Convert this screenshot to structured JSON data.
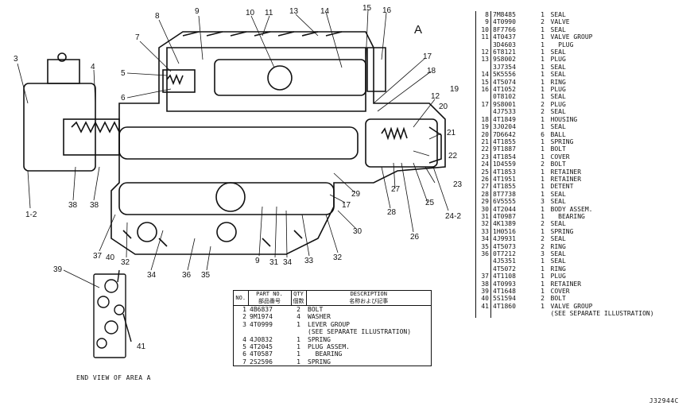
{
  "view_label": "A",
  "end_view_caption": "END VIEW OF AREA A",
  "drawing_number": "J32944C",
  "callouts": [
    "1-2",
    "3",
    "4",
    "5",
    "6",
    "7",
    "8",
    "9",
    "10",
    "11",
    "13",
    "14",
    "15",
    "16",
    "17",
    "18",
    "12",
    "20",
    "21",
    "22",
    "23",
    "24-2",
    "25",
    "26",
    "27",
    "28",
    "29",
    "17",
    "30",
    "38",
    "38",
    "37",
    "32",
    "34",
    "36",
    "35",
    "9",
    "31",
    "34",
    "33",
    "32",
    "39",
    "40",
    "41",
    "19"
  ],
  "table_bottom": {
    "headers": [
      "NO.",
      "PART NO.\n部品番号",
      "QTY\n個数",
      "DESCRIPTION\n名称および記事"
    ],
    "rows": [
      [
        "1",
        "4B6837",
        "2",
        "BOLT"
      ],
      [
        "2",
        "9M1974",
        "4",
        "WASHER"
      ],
      [
        "3",
        "4T0999",
        "1",
        "LEVER GROUP"
      ],
      [
        "",
        "",
        "",
        "(SEE SEPARATE ILLUSTRATION)"
      ],
      [
        "4",
        "4J0832",
        "1",
        "SPRING"
      ],
      [
        "5",
        "4T2045",
        "1",
        "PLUG ASSEM."
      ],
      [
        "6",
        "4T0587",
        "1",
        "  BEARING"
      ],
      [
        "7",
        "2S2596",
        "1",
        "SPRING"
      ]
    ]
  },
  "table_right": {
    "rows": [
      [
        "8",
        "7M8485",
        "1",
        "SEAL"
      ],
      [
        "9",
        "4T0990",
        "2",
        "VALVE"
      ],
      [
        "10",
        "8F7766",
        "1",
        "SEAL"
      ],
      [
        "11",
        "4T0437",
        "1",
        "VALVE GROUP"
      ],
      [
        "",
        "3D4603",
        "1",
        "  PLUG"
      ],
      [
        "12",
        "6T8121",
        "1",
        "SEAL"
      ],
      [
        "13",
        "9S8002",
        "1",
        "PLUG"
      ],
      [
        "",
        "3J7354",
        "1",
        "SEAL"
      ],
      [
        "14",
        "5K5556",
        "1",
        "SEAL"
      ],
      [
        "15",
        "4T5074",
        "1",
        "RING"
      ],
      [
        "16",
        "4T1052",
        "1",
        "PLUG"
      ],
      [
        "",
        "0T8102",
        "1",
        "SEAL"
      ],
      [
        "17",
        "9S8001",
        "2",
        "PLUG"
      ],
      [
        "",
        "4J7533",
        "2",
        "SEAL"
      ],
      [
        "18",
        "4T1849",
        "1",
        "HOUSING"
      ],
      [
        "19",
        "3J0204",
        "1",
        "SEAL"
      ],
      [
        "20",
        "7D6642",
        "6",
        "BALL"
      ],
      [
        "21",
        "4T1855",
        "1",
        "SPRING"
      ],
      [
        "22",
        "9T1887",
        "1",
        "BOLT"
      ],
      [
        "23",
        "4T1854",
        "1",
        "COVER"
      ],
      [
        "24",
        "1D4559",
        "2",
        "BOLT"
      ],
      [
        "25",
        "4T1853",
        "1",
        "RETAINER"
      ],
      [
        "26",
        "4T1951",
        "1",
        "RETAINER"
      ],
      [
        "27",
        "4T1855",
        "1",
        "DETENT"
      ],
      [
        "28",
        "8T7738",
        "1",
        "SEAL"
      ],
      [
        "29",
        "6V5555",
        "3",
        "SEAL"
      ],
      [
        "30",
        "4T2044",
        "1",
        "BODY ASSEM."
      ],
      [
        "31",
        "4T0987",
        "1",
        "  BEARING"
      ],
      [
        "32",
        "4K1389",
        "2",
        "SEAL"
      ],
      [
        "33",
        "1H0516",
        "1",
        "SPRING"
      ],
      [
        "34",
        "4J9931",
        "2",
        "SEAL"
      ],
      [
        "35",
        "4T5073",
        "2",
        "RING"
      ],
      [
        "36",
        "0T7212",
        "3",
        "SEAL"
      ],
      [
        "",
        "4J5351",
        "1",
        "SEAL"
      ],
      [
        "",
        "4T5072",
        "1",
        "RING"
      ],
      [
        "37",
        "4T1108",
        "1",
        "PLUG"
      ],
      [
        "38",
        "4T0993",
        "1",
        "RETAINER"
      ],
      [
        "39",
        "4T1648",
        "1",
        "COVER"
      ],
      [
        "40",
        "5S1594",
        "2",
        "BOLT"
      ],
      [
        "41",
        "4T1860",
        "1",
        "VALVE GROUP"
      ],
      [
        "",
        "",
        "",
        "(SEE SEPARATE ILLUSTRATION)"
      ]
    ]
  }
}
